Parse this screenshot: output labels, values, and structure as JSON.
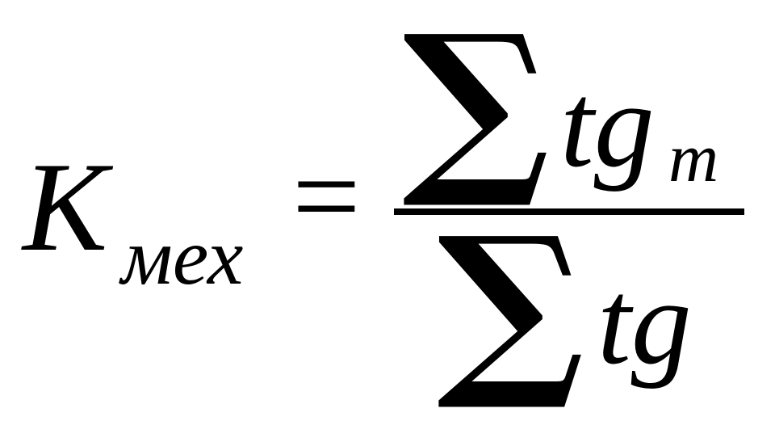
{
  "formula": {
    "lhs": {
      "symbol": "K",
      "subscript": "мех"
    },
    "relation": "=",
    "numerator": {
      "operator": "∑",
      "term": "tg",
      "subscript": "m"
    },
    "denominator": {
      "operator": "∑",
      "term": "tg"
    }
  }
}
